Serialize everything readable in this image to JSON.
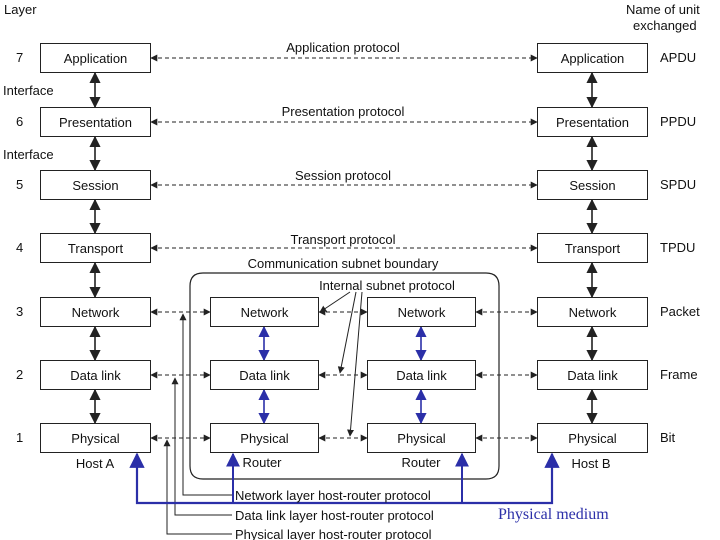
{
  "headers": {
    "layer": "Layer",
    "unit_line1": "Name of unit",
    "unit_line2": "exchanged"
  },
  "layers": [
    {
      "number": "7",
      "name": "Application",
      "unit": "APDU",
      "protocol": "Application protocol"
    },
    {
      "number": "6",
      "name": "Presentation",
      "unit": "PPDU",
      "protocol": "Presentation protocol"
    },
    {
      "number": "5",
      "name": "Session",
      "unit": "SPDU",
      "protocol": "Session protocol"
    },
    {
      "number": "4",
      "name": "Transport",
      "unit": "TPDU",
      "protocol": "Transport protocol"
    },
    {
      "number": "3",
      "name": "Network",
      "unit": "Packet"
    },
    {
      "number": "2",
      "name": "Data link",
      "unit": "Frame"
    },
    {
      "number": "1",
      "name": "Physical",
      "unit": "Bit"
    }
  ],
  "interface_label": "Interface",
  "hosts": {
    "a": "Host A",
    "b": "Host B"
  },
  "router_label": "Router",
  "subnet_boundary_label": "Communication subnet boundary",
  "internal_protocol_label": "Internal subnet protocol",
  "host_router_protocols": {
    "network": "Network layer host-router protocol",
    "data_link": "Data link layer host-router protocol",
    "physical": "Physical layer host-router protocol"
  },
  "physical_medium_label": "Physical medium",
  "colors": {
    "medium": "#2b2fa8",
    "line": "#222222"
  }
}
